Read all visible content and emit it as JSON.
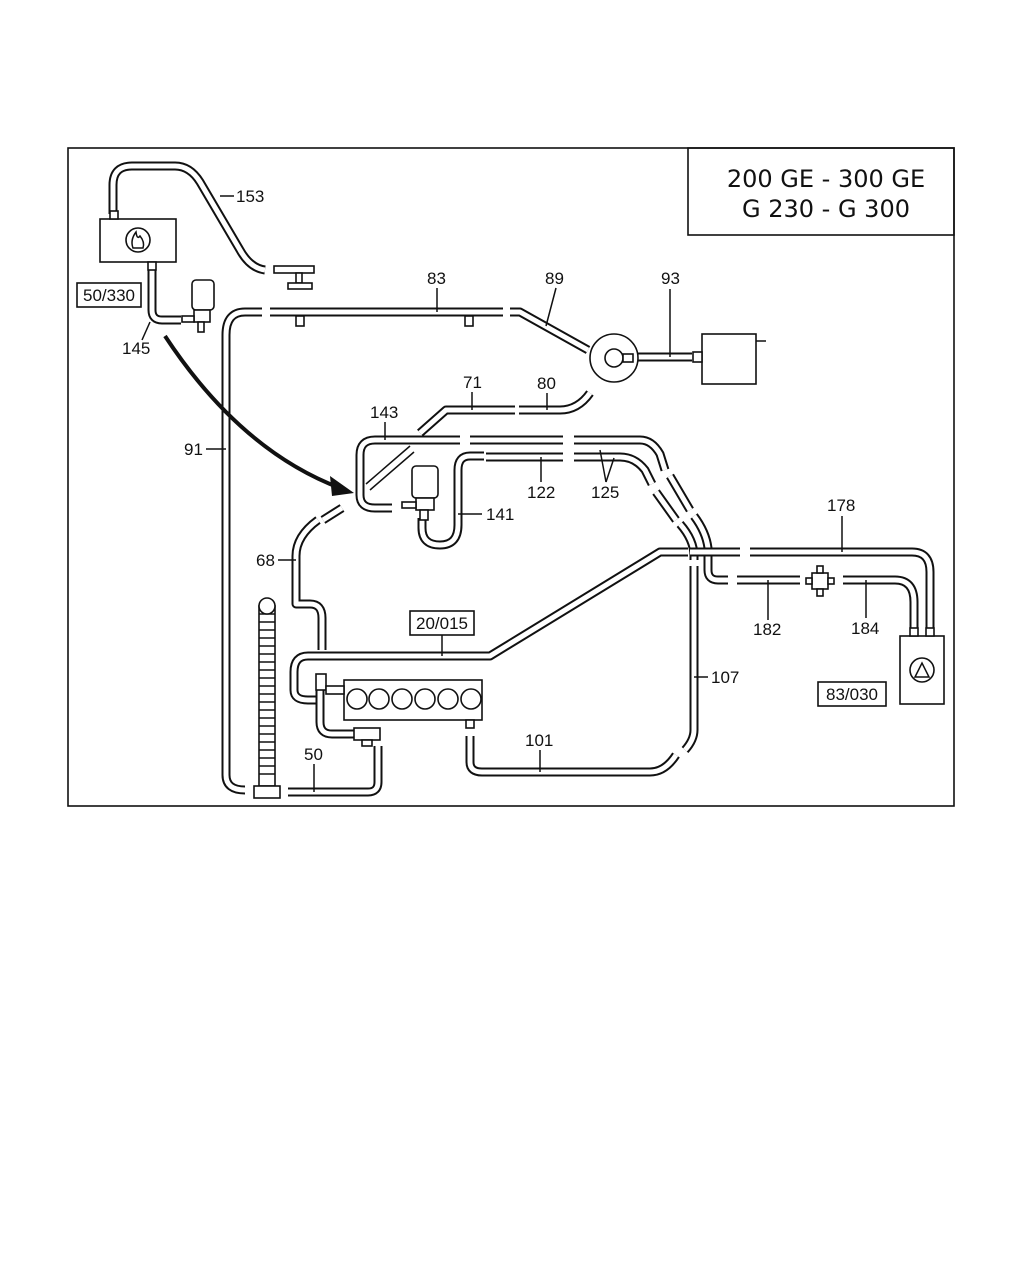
{
  "title": {
    "line1": "200 GE - 300 GE",
    "line2": "G 230 - G 300"
  },
  "references": {
    "ref_50_330": "50/330",
    "ref_20_015": "20/015",
    "ref_83_030": "83/030"
  },
  "callouts": {
    "c153": "153",
    "c145": "145",
    "c83": "83",
    "c89": "89",
    "c93": "93",
    "c71": "71",
    "c80": "80",
    "c143": "143",
    "c91": "91",
    "c122": "122",
    "c125": "125",
    "c141": "141",
    "c178": "178",
    "c68": "68",
    "c182": "182",
    "c184": "184",
    "c107": "107",
    "c101": "101",
    "c50": "50"
  }
}
